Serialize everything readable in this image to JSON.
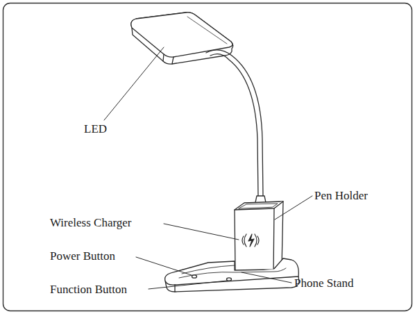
{
  "diagram": {
    "labels": [
      "LED",
      "Pen Holder",
      "Wireless Charger",
      "Power Button",
      "Function Button",
      "Phone Stand"
    ]
  }
}
